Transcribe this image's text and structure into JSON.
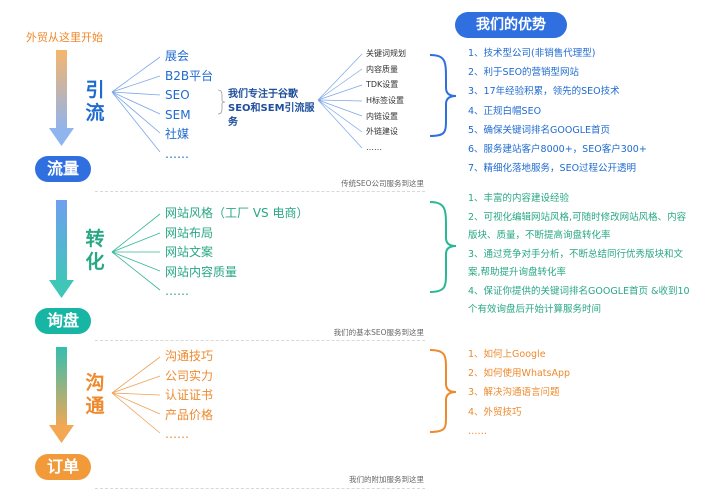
{
  "top_label": "外贸从这里开始",
  "advantages_title": "我们的优势",
  "colors": {
    "blue": "#1f6bd0",
    "green": "#28a784",
    "orange": "#ee8a2e",
    "pill_blue": "#2f6fe0",
    "pill_teal": "#17b5a4",
    "pill_orange": "#f29a3a"
  },
  "stages": [
    {
      "label": "引流",
      "result": "流量",
      "items": [
        "展会",
        "B2B平台",
        "SEO",
        "SEM",
        "社媒",
        "……"
      ],
      "focus": "我们专注于谷歌SEO和SEM引流服务",
      "sub_items": [
        "关键词规划",
        "内容质量",
        "TDK设置",
        "H标签设置",
        "内链设置",
        "外链建设",
        "……"
      ],
      "advantages": [
        "1、技术型公司(非销售代理型)",
        "2、利于SEO的营销型网站",
        "3、17年经验积累，领先的SEO技术",
        "4、正规白帽SEO",
        "5、确保关键词排名GOOGLE首页",
        "6、服务建站客户8000+，SEO客户300+",
        "7、精细化落地服务，SEO过程公开透明"
      ],
      "caption": "传统SEO公司服务到这里"
    },
    {
      "label": "转化",
      "result": "询盘",
      "items": [
        "网站风格（工厂 VS 电商）",
        "网站布局",
        "网站文案",
        "网站内容质量",
        "……"
      ],
      "advantages": [
        "1、丰富的内容建设经验",
        "2、可视化编辑网站风格,可随时修改网站风格、内容版块、质量，不断提高询盘转化率",
        "3、通过竞争对手分析，不断总结同行优秀版块和文案,帮助提升询盘转化率",
        "4、保证你提供的关键词排名GOOGLE首页 &收到10个有效询盘后开始计算服务时间"
      ],
      "caption": "我们的基本SEO服务到这里"
    },
    {
      "label": "沟通",
      "result": "订单",
      "items": [
        "沟通技巧",
        "公司实力",
        "认证证书",
        "产品价格",
        "……"
      ],
      "advantages": [
        "1、如何上Google",
        "2、如何使用WhatsApp",
        "3、解决沟通语言问题",
        "4、外贸技巧",
        "……"
      ],
      "caption": "我们的附加服务到这里"
    }
  ]
}
